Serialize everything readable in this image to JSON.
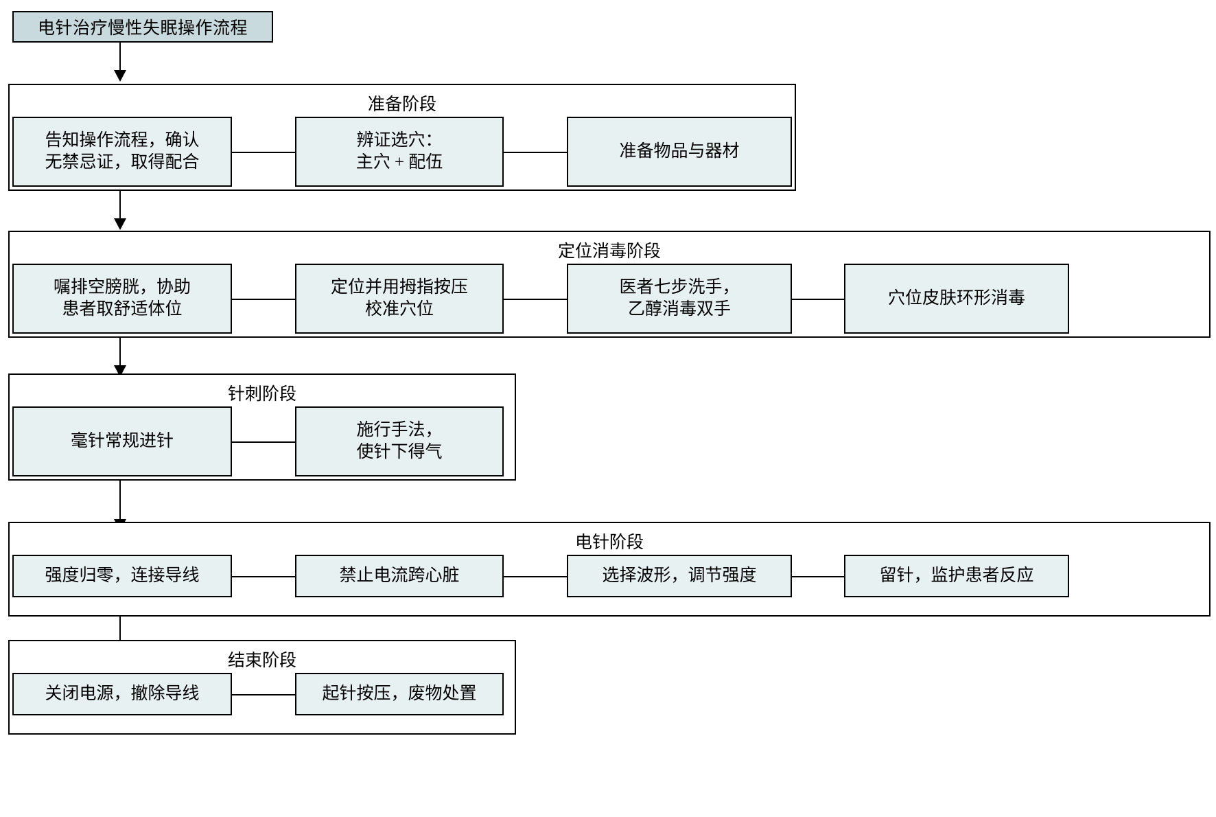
{
  "diagram": {
    "title_node": {
      "label": "电针治疗慢性失眠操作流程"
    },
    "clusters": [
      {
        "id": "preparation",
        "label": "准备阶段",
        "steps": [
          {
            "id": "inform-consent",
            "label": "告知操作流程，确认\n无禁忌证，取得配合"
          },
          {
            "id": "select-acupoints",
            "label": "辨证选穴：\n主穴 + 配伍"
          },
          {
            "id": "prepare-materials",
            "label": "准备物品与器材"
          }
        ]
      },
      {
        "id": "positioning-disinfection",
        "label": "定位消毒阶段",
        "steps": [
          {
            "id": "empty-bladder-position",
            "label": "嘱排空膀胱，协助\n患者取舒适体位"
          },
          {
            "id": "locate-thumb-press",
            "label": "定位并用拇指按压\n校准穴位"
          },
          {
            "id": "seven-step-handwash",
            "label": "医者七步洗手，\n乙醇消毒双手"
          },
          {
            "id": "skin-circular-disinfect",
            "label": "穴位皮肤环形消毒"
          }
        ]
      },
      {
        "id": "needling",
        "label": "针刺阶段",
        "steps": [
          {
            "id": "insert-filiform-needle",
            "label": "毫针常规进针"
          },
          {
            "id": "manipulation-deqi",
            "label": "施行手法，\n使针下得气"
          }
        ]
      },
      {
        "id": "electroacupuncture",
        "label": "电针阶段",
        "steps": [
          {
            "id": "zero-intensity-connect",
            "label": "强度归零，连接导线"
          },
          {
            "id": "no-current-across-heart",
            "label": "禁止电流跨心脏"
          },
          {
            "id": "select-waveform-adjust",
            "label": "选择波形，调节强度"
          },
          {
            "id": "retain-needle-monitor",
            "label": "留针，监护患者反应"
          }
        ]
      },
      {
        "id": "completion",
        "label": "结束阶段",
        "steps": [
          {
            "id": "power-off-remove-wires",
            "label": "关闭电源，撤除导线"
          },
          {
            "id": "withdraw-needle-dispose",
            "label": "起针按压，废物处置"
          }
        ]
      }
    ],
    "colors": {
      "node_fill": "#e8f1f2",
      "title_fill": "#c9dade",
      "stroke": "#000000",
      "background": "#ffffff"
    }
  }
}
